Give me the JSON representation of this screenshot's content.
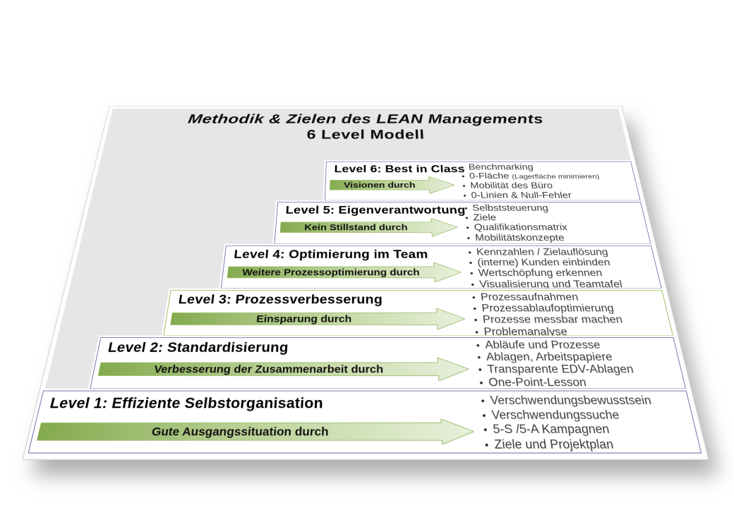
{
  "title": {
    "line1": "Methodik & Zielen des LEAN Managements",
    "line2": "6 Level Modell"
  },
  "levels": [
    {
      "name": "Level 6: Best in Class",
      "arrow_label": "Visionen durch",
      "bullets": [
        "Benchmarking",
        "0-Fläche",
        "Mobilität des Büro",
        "0-Linien & Null-Fehler"
      ],
      "note": "(Lagerfläche minimieren)",
      "border_color": "#837bb3"
    },
    {
      "name": "Level 5: Eigenverantwortung",
      "arrow_label": "Kein Stillstand durch",
      "bullets": [
        "Selbststeuerung",
        "Ziele",
        "Qualifikationsmatrix",
        "Mobilitätskonzepte"
      ],
      "border_color": "#837bb3"
    },
    {
      "name": "Level 4: Optimierung im Team",
      "arrow_label": "Weitere Prozessoptimierung durch",
      "bullets": [
        "Kennzahlen / Zielauflösung",
        "(interne) Kunden einbinden",
        "Wertschöpfung erkennen",
        "Visualisierung und Teamtafel"
      ],
      "border_color": "#837bb3"
    },
    {
      "name": "Level 3: Prozessverbesserung",
      "arrow_label": "Einsparung durch",
      "bullets": [
        "Prozessaufnahmen",
        "Prozessablaufoptimierung",
        "Prozesse messbar machen",
        "Problemanalyse"
      ],
      "border_color": "#9fc469"
    },
    {
      "name": "Level 2: Standardisierung",
      "arrow_label": "Verbesserung der Zusammenarbeit durch",
      "bullets": [
        "Abläufe und Prozesse",
        "Ablagen, Arbeitspapiere",
        "Transparente EDV-Ablagen",
        "One-Point-Lesson"
      ],
      "border_color": "#837bb3"
    },
    {
      "name": "Level 1: Effiziente Selbstorganisation",
      "arrow_label": "Gute Ausgangssituation durch",
      "bullets": [
        "Verschwendungsbewusstsein",
        "Verschwendungssuche",
        "5-S /5-A Kampagnen",
        "Ziele und Projektplan"
      ],
      "border_color": "#837bb3"
    }
  ],
  "colors": {
    "slide_background": "#e6e6e8",
    "page_background": "#ffffff",
    "row_background": "#ffffff",
    "purple_border": "#837bb3",
    "green_border": "#9fc469",
    "arrow_gradient_start": "#83aa4e",
    "arrow_gradient_end": "#e8f0dc",
    "text": "#000000"
  }
}
